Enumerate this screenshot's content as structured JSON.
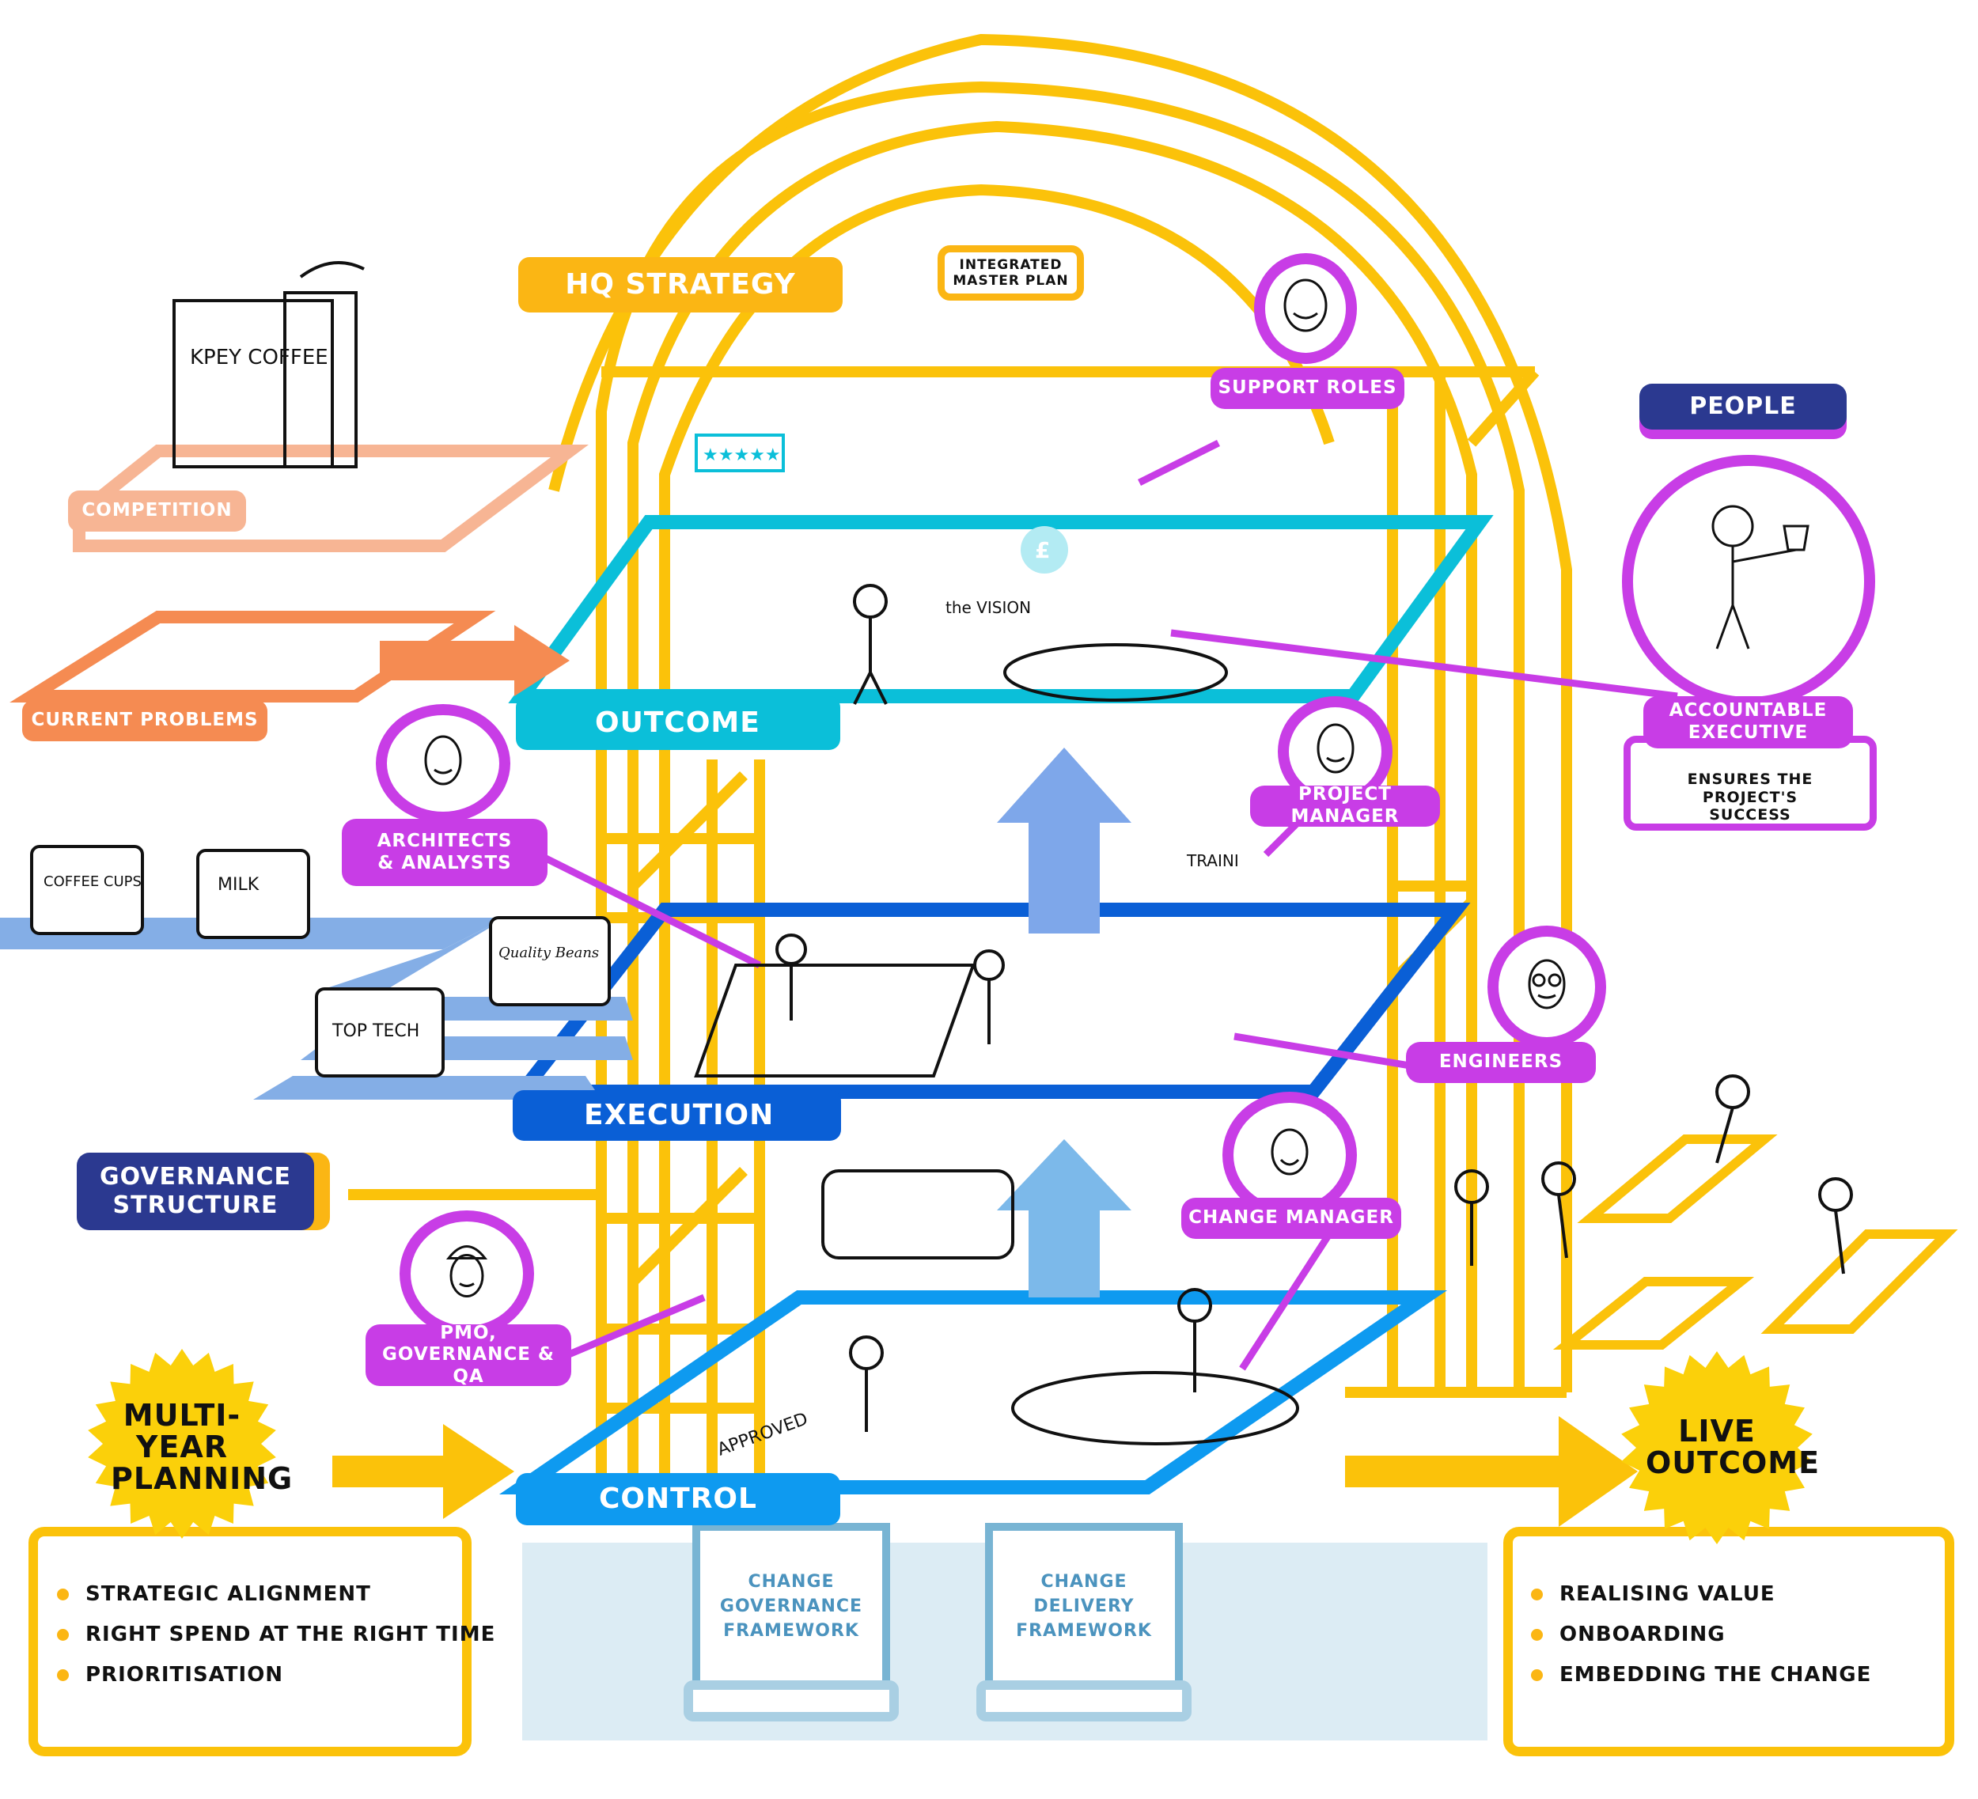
{
  "title": "Change programme structure illustration",
  "colors": {
    "scaffold_yellow": "#fbc20a",
    "outcome_teal": "#0bbfd9",
    "execution_blue": "#0a5fd6",
    "control_blue": "#0e9af0",
    "role_purple": "#c83de6",
    "navy": "#2b3990",
    "competition_peach": "#f7b594",
    "problems_orange": "#f58b52",
    "supplier_blue": "#84aee6",
    "pillar_blue": "#a9cfe3"
  },
  "headers": {
    "hq_strategy": "HQ STRATEGY",
    "integrated_master_plan": "INTEGRATED MASTER PLAN",
    "people": "PEOPLE",
    "governance_structure": "GOVERNANCE STRUCTURE"
  },
  "floors": {
    "outcome": "OUTCOME",
    "execution": "EXECUTION",
    "control": "CONTROL"
  },
  "context": {
    "competition": "COMPETITION",
    "current_problems": "CURRENT PROBLEMS"
  },
  "roles": {
    "support_roles": "SUPPORT ROLES",
    "accountable_executive": "ACCOUNTABLE EXECUTIVE",
    "accountable_executive_note": "ENSURES THE PROJECT'S SUCCESS",
    "project_manager": "PROJECT MANAGER",
    "architects_analysts": "ARCHITECTS & ANALYSTS",
    "engineers": "ENGINEERS",
    "change_manager": "CHANGE MANAGER",
    "pmo": "PMO, GOVERNANCE & QA"
  },
  "pillars": {
    "left": "CHANGE GOVERNANCE FRAMEWORK",
    "right": "CHANGE DELIVERY FRAMEWORK"
  },
  "multi_year_planning": {
    "title": "MULTI- YEAR PLANNING",
    "items": [
      "STRATEGIC ALIGNMENT",
      "RIGHT SPEND AT THE RIGHT TIME",
      "PRIORITISATION"
    ]
  },
  "live_outcome": {
    "title": "LIVE OUTCOME",
    "items": [
      "REALISING VALUE",
      "ONBOARDING",
      "EMBEDDING THE CHANGE"
    ]
  },
  "sketch_text": {
    "shop_sign": "KPEY COFFEE",
    "van_1": "COFFEE CUPS",
    "van_2": "MILK",
    "van_3": "Quality Beans",
    "van_4": "TOP TECH",
    "vision_sign": "the VISION",
    "training_board": "TRAINI",
    "approved_stamp": "APPROVED",
    "review_stars": "★★★★★",
    "currency": "£"
  }
}
